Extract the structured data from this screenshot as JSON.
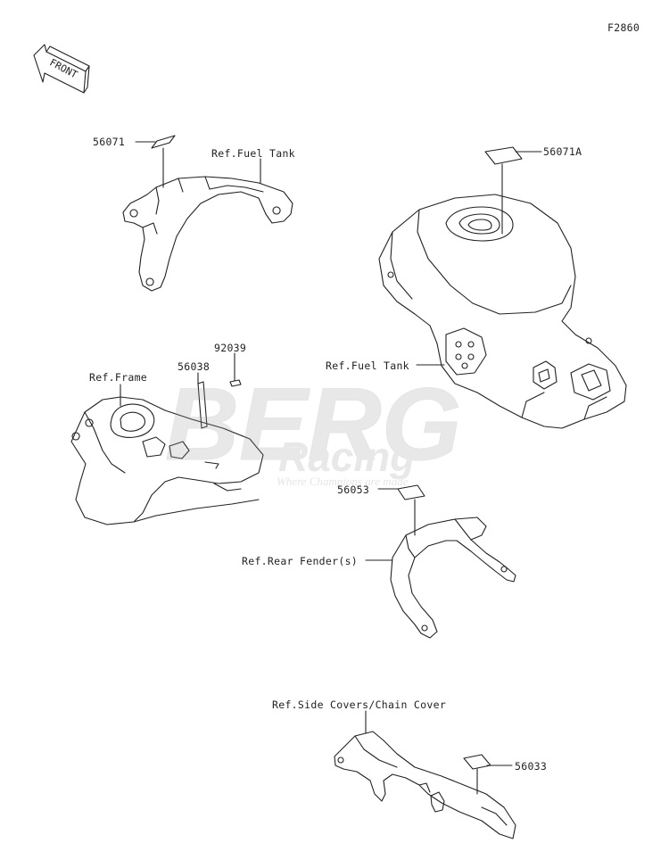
{
  "figure_code": "F2860",
  "front_arrow_label": "FRONT",
  "watermark": {
    "line1": "BERG",
    "line2": "Racing",
    "tagline": "Where Champions are made"
  },
  "part_labels": {
    "p56071": "56071",
    "p56071A": "56071A",
    "p92039": "92039",
    "p56038": "56038",
    "p56053": "56053",
    "p56033": "56033"
  },
  "ref_labels": {
    "fuel_tank_top": "Ref.Fuel Tank",
    "fuel_tank_mid": "Ref.Fuel Tank",
    "frame": "Ref.Frame",
    "rear_fender": "Ref.Rear Fender(s)",
    "side_covers": "Ref.Side Covers/Chain Cover"
  }
}
